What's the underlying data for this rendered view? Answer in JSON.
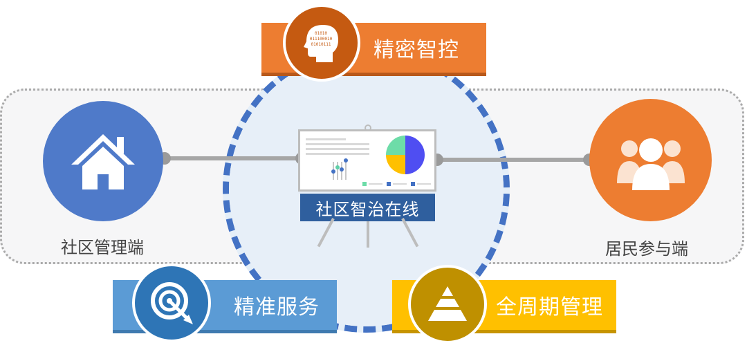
{
  "center": {
    "label": "社区智治在线"
  },
  "left_node": {
    "label": "社区管理端",
    "icon": "house-icon",
    "color": "#4f7ac9"
  },
  "right_node": {
    "label": "居民参与端",
    "icon": "people-icon",
    "color": "#ed7d31"
  },
  "top_tag": {
    "label": "精密智控",
    "icon": "brain-head-icon",
    "color": "#ed7d31",
    "circle_color": "#c55a11",
    "head_binary": [
      "01010",
      "011100010",
      "01010111"
    ]
  },
  "bottom_left_tag": {
    "label": "精准服务",
    "icon": "target-icon",
    "color": "#5b9bd5",
    "circle_color": "#2e75b6"
  },
  "bottom_right_tag": {
    "label": "全周期管理",
    "icon": "pyramid-icon",
    "color": "#ffc000",
    "circle_color": "#bf9000"
  }
}
